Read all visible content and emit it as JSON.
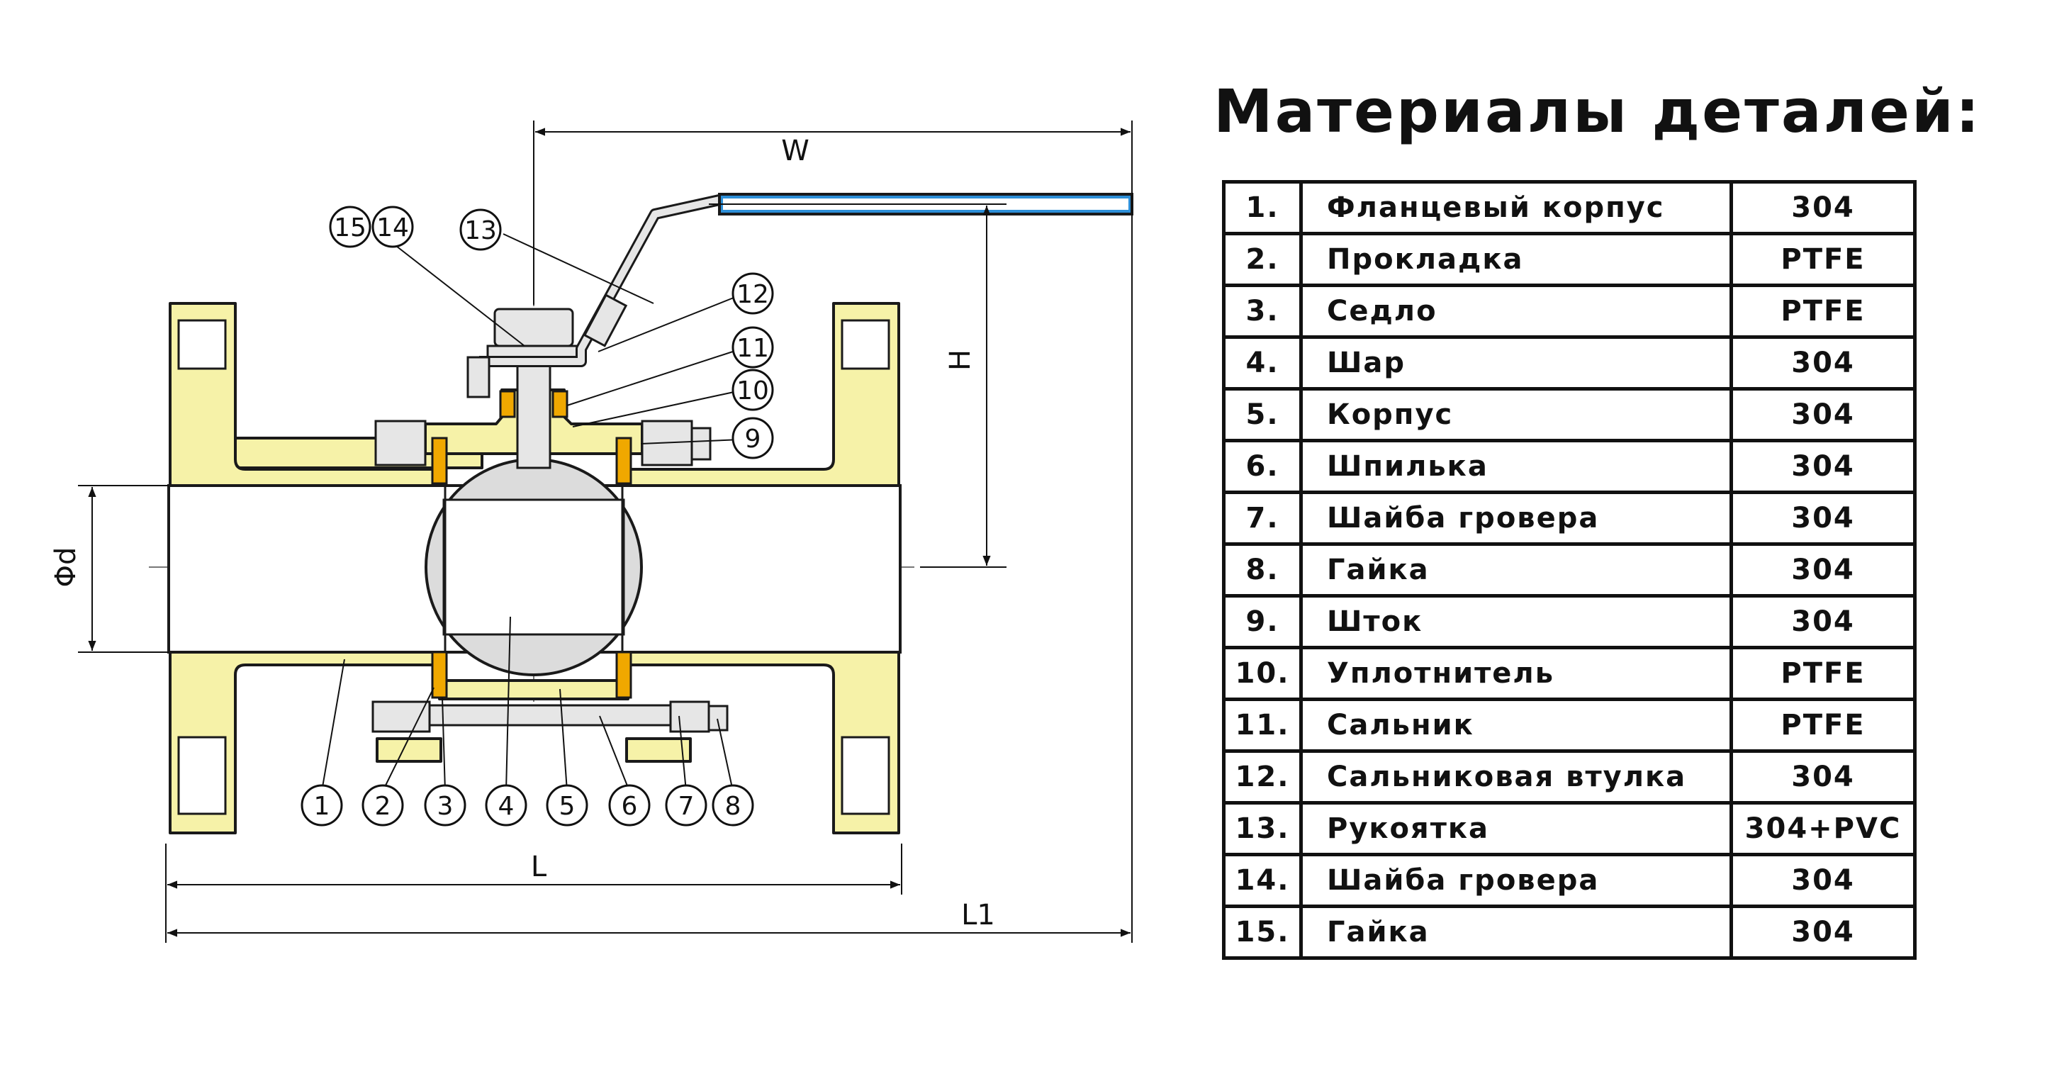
{
  "diagram": {
    "dimensions": {
      "w": "W",
      "h": "H",
      "d": "Φd",
      "l": "L",
      "l1": "L1"
    },
    "callouts": [
      "1",
      "2",
      "3",
      "4",
      "5",
      "6",
      "7",
      "8",
      "9",
      "10",
      "11",
      "12",
      "13",
      "14",
      "15"
    ],
    "colors": {
      "body": "#f6f2a8",
      "seal": "#f0a800",
      "ball": "#dcdcdc",
      "metal": "#e6e6e6",
      "handle_grip": "#2d8fd8",
      "line": "#1a1a1a"
    }
  },
  "parts": {
    "title": "Материалы деталей:",
    "rows": [
      {
        "num": "1.",
        "name": "Фланцевый корпус",
        "material": "304"
      },
      {
        "num": "2.",
        "name": "Прокладка",
        "material": "PTFE"
      },
      {
        "num": "3.",
        "name": "Седло",
        "material": "PTFE"
      },
      {
        "num": "4.",
        "name": "Шар",
        "material": "304"
      },
      {
        "num": "5.",
        "name": "Корпус",
        "material": "304"
      },
      {
        "num": "6.",
        "name": "Шпилька",
        "material": "304"
      },
      {
        "num": "7.",
        "name": "Шайба гровера",
        "material": "304"
      },
      {
        "num": "8.",
        "name": "Гайка",
        "material": "304"
      },
      {
        "num": "9.",
        "name": "Шток",
        "material": "304"
      },
      {
        "num": "10.",
        "name": "Уплотнитель",
        "material": "PTFE"
      },
      {
        "num": "11.",
        "name": "Сальник",
        "material": "PTFE"
      },
      {
        "num": "12.",
        "name": "Сальниковая втулка",
        "material": "304"
      },
      {
        "num": "13.",
        "name": "Рукоятка",
        "material": "304+PVC"
      },
      {
        "num": "14.",
        "name": "Шайба гровера",
        "material": "304"
      },
      {
        "num": "15.",
        "name": "Гайка",
        "material": "304"
      }
    ]
  }
}
